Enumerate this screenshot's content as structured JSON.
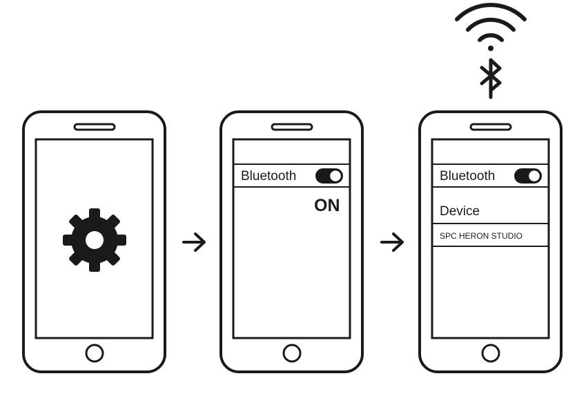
{
  "phones": [
    {
      "name": "settings",
      "icon": "gear-icon"
    },
    {
      "name": "bluetooth-toggle",
      "bluetooth_label": "Bluetooth",
      "toggle_state": "on",
      "status_label": "ON"
    },
    {
      "name": "device-list",
      "bluetooth_label": "Bluetooth",
      "toggle_state": "on",
      "device_label": "Device",
      "device_name": "SPC HERON STUDIO"
    }
  ],
  "arrows": [
    "arrow-right-icon",
    "arrow-right-icon"
  ],
  "signal_icons": [
    "wifi-icon",
    "bluetooth-icon"
  ],
  "colors": {
    "stroke": "#1a1a1a",
    "background": "#ffffff"
  }
}
